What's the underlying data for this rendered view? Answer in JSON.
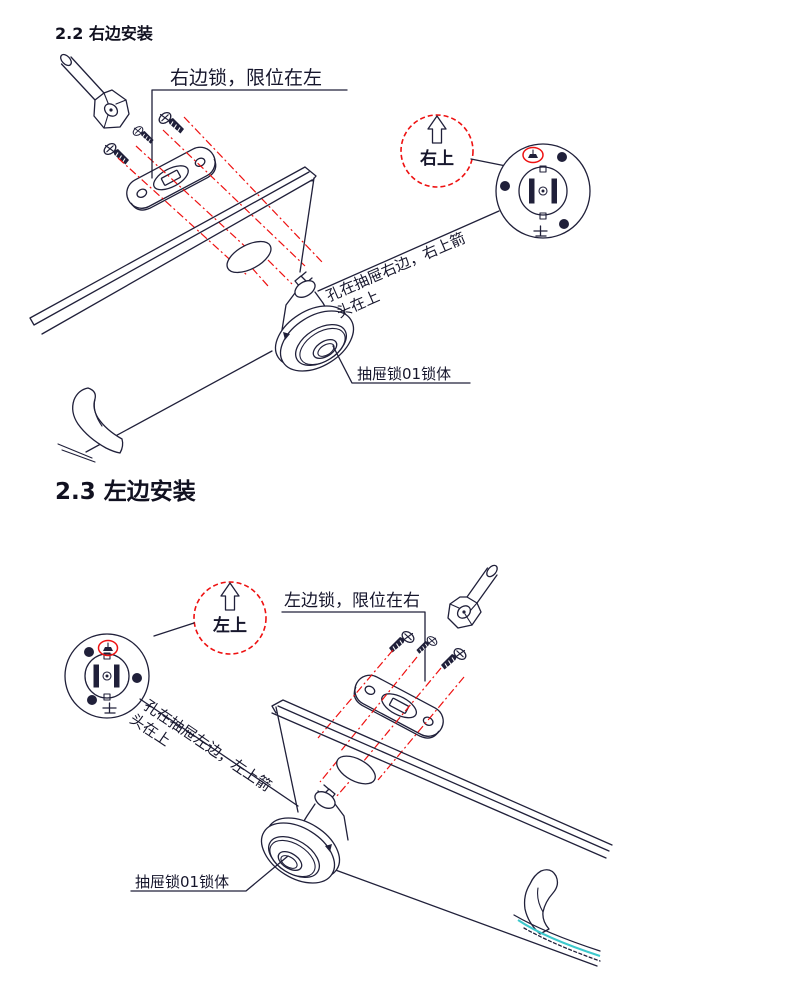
{
  "page": {
    "background": "#ffffff",
    "line_color": "#20203a",
    "accent_red": "#ee1111",
    "accent_cyan": "#3cc8cc"
  },
  "section_right": {
    "heading": "2.2 右边安装",
    "lock_label": "右边锁，限位在左",
    "orientation_badge": "右上",
    "note_line1": "孔在抽屉右边，右上箭",
    "note_line2": "头在上",
    "body_label": "抽屉锁01锁体"
  },
  "section_left": {
    "heading": "2.3 左边安装",
    "lock_label": "左边锁，限位在右",
    "orientation_badge": "左上",
    "note_line1": "孔在抽屉左边，左上箭",
    "note_line2": "头在上",
    "body_label": "抽屉锁01锁体"
  }
}
